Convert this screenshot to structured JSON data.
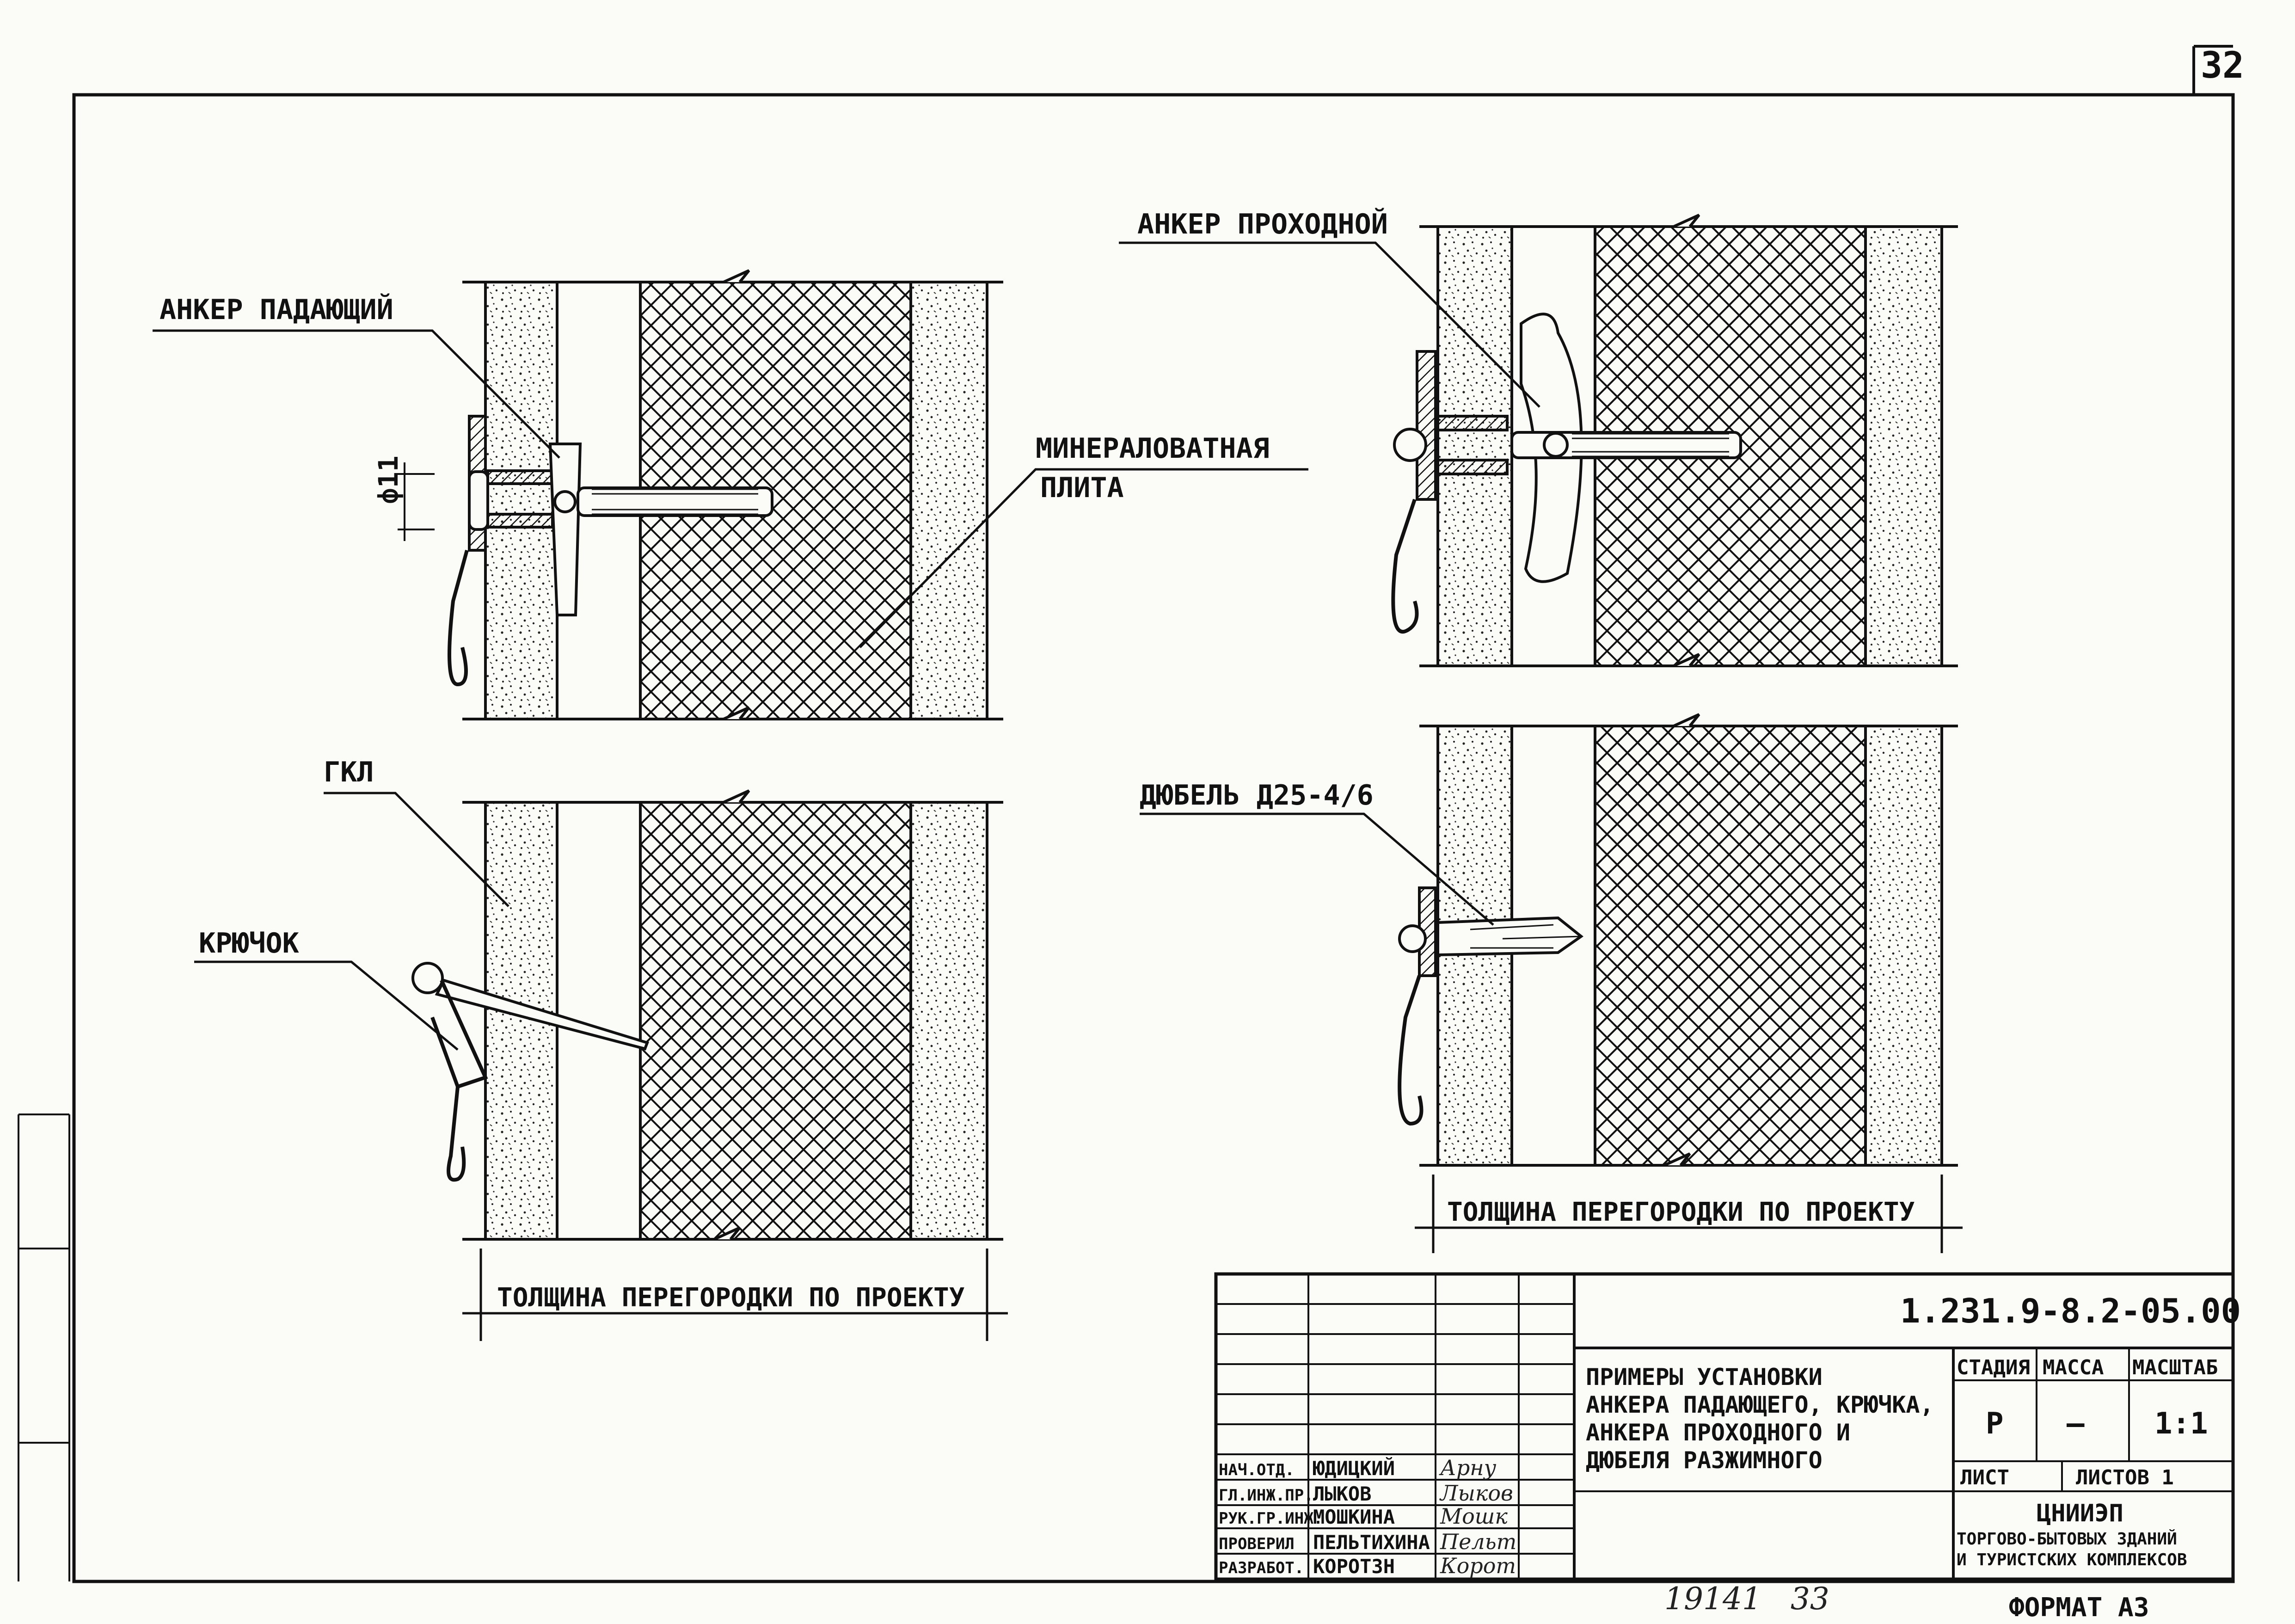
{
  "sheet_number": "32",
  "labels": {
    "anchor_falling": "АНКЕР ПАДАЮЩИЙ",
    "anchor_through": "АНКЕР ПРОХОДНОЙ",
    "mineral_wool": "МИНЕРАЛОВАТНАЯ",
    "mineral_wool_2": "ПЛИТА",
    "diameter": "ф11",
    "gkl": "ГКЛ",
    "hook": "КРЮЧОК",
    "dowel": "ДЮБЕЛЬ Д25-4/6",
    "thickness_left": "ТОЛЩИНА ПЕРЕГОРОДКИ ПО ПРОЕКТУ",
    "thickness_right": "ТОЛЩИНА ПЕРЕГОРОДКИ ПО ПРОЕКТУ"
  },
  "title_block": {
    "doc_code": "1.231.9-8.2-05.00",
    "title_lines": [
      "ПРИМЕРЫ УСТАНОВКИ",
      "АНКЕРА ПАДАЮЩЕГО, КРЮЧКА,",
      "АНКЕРА ПРОХОДНОГО И",
      "ДЮБЕЛЯ РАЗЖИМНОГО"
    ],
    "stage_header": "СТАДИЯ",
    "mass_header": "МАССА",
    "scale_header": "МАСШТАБ",
    "stage": "Р",
    "mass": "—",
    "scale": "1:1",
    "sheet_label": "ЛИСТ",
    "sheets_label": "ЛИСТОВ 1",
    "org_1": "ЦНИИЭП",
    "org_2": "ТОРГОВО-БЫТОВЫХ ЗДАНИЙ",
    "org_3": "И ТУРИСТСКИХ КОМПЛЕКСОВ",
    "staff": [
      {
        "role": "НАЧ.ОТД.",
        "name": "ЮДИЦКИЙ",
        "sign": "Арну"
      },
      {
        "role": "ГЛ.ИНЖ.ПР.",
        "name": "ЛЫКОВ",
        "sign": "Лыков"
      },
      {
        "role": "РУК.ГР.ИНЖ.",
        "name": "МОШКИНА",
        "sign": "Мошк"
      },
      {
        "role": "ПРОВЕРИЛ",
        "name": "ПЕЛЬТИХИНА",
        "sign": "Пельт"
      },
      {
        "role": "РАЗРАБОТ.",
        "name": "КОРОТЗН",
        "sign": "Корот"
      }
    ]
  },
  "bottom_numbers": "19141   33",
  "format_label": "ФОРМАТ А3"
}
